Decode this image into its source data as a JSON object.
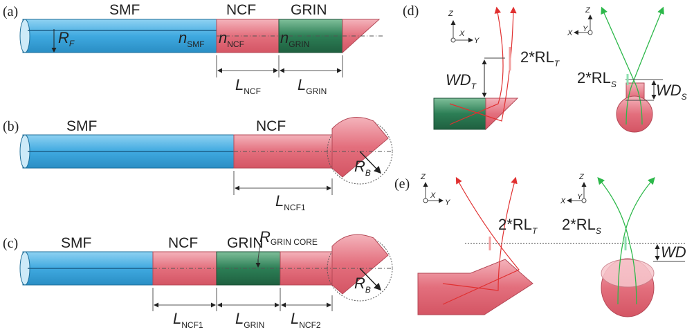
{
  "panels": {
    "a": {
      "tag": "(a)",
      "smf": "SMF",
      "ncf": "NCF",
      "grin": "GRIN",
      "r": "R",
      "r_sub": "F",
      "n": "n",
      "n_smf": "SMF",
      "n_ncf": "NCF",
      "n_grin": "GRIN",
      "l": "L",
      "l_ncf": "NCF",
      "l_grin": "GRIN"
    },
    "b": {
      "tag": "(b)",
      "smf": "SMF",
      "ncf": "NCF",
      "r": "R",
      "r_sub": "B",
      "l": "L",
      "l_ncf1": "NCF1"
    },
    "c": {
      "tag": "(c)",
      "smf": "SMF",
      "ncf": "NCF",
      "grin": "GRIN",
      "r_core": "R",
      "r_core_sub": "GRIN CORE",
      "r": "R",
      "r_sub": "B",
      "l": "L",
      "l_ncf1": "NCF1",
      "l_grin": "GRIN",
      "l_ncf2": "NCF2"
    },
    "d": {
      "tag": "(d)",
      "rl_t": "2*RL",
      "rl_t_sub": "T",
      "wd_t": "WD",
      "wd_t_sub": "T",
      "rl_s": "2*RL",
      "rl_s_sub": "S",
      "wd_s": "WD",
      "wd_s_sub": "S",
      "axes_left": {
        "z": "Z",
        "x": "X",
        "y": "Y"
      },
      "axes_right": {
        "z": "Z",
        "x": "X",
        "y": "Y"
      }
    },
    "e": {
      "tag": "(e)",
      "rl_t": "2*RL",
      "rl_t_sub": "T",
      "rl_s": "2*RL",
      "rl_s_sub": "S",
      "wd": "WD",
      "axes_left": {
        "z": "Z",
        "x": "X",
        "y": "Y"
      },
      "axes_right": {
        "z": "Z",
        "x": "X",
        "y": "Y"
      }
    }
  },
  "colors": {
    "smf": "#55b7e6",
    "ncf": "#e0727f",
    "grin": "#2f8a5c",
    "ray_red": "#e03030",
    "ray_green": "#2db84a",
    "glow_red": "#f2a0a0",
    "glow_green": "#8fe0b0"
  }
}
